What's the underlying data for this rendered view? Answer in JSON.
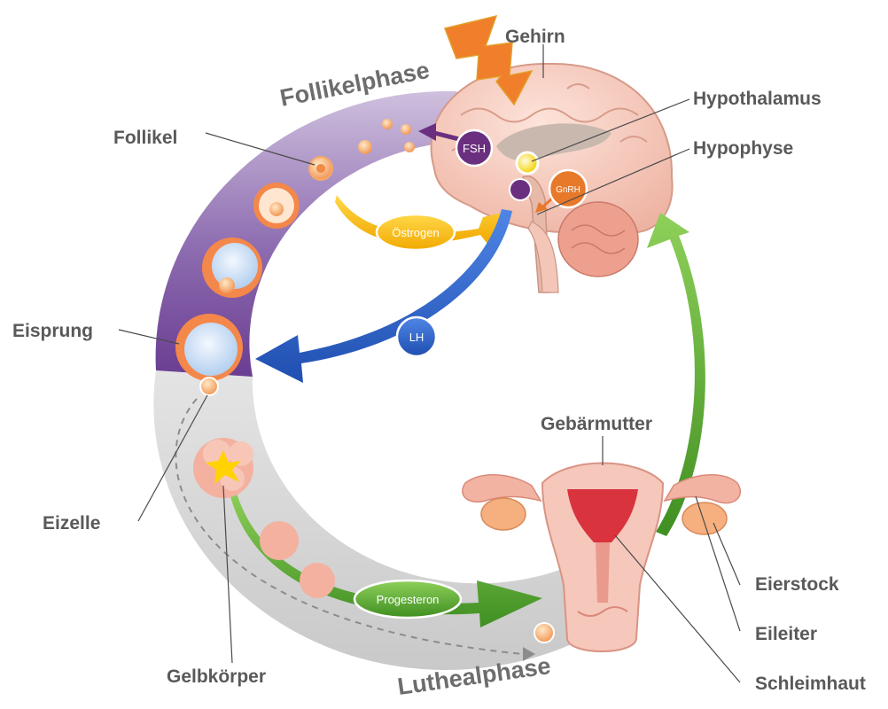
{
  "phases": {
    "follicular": "Follikelphase",
    "luteal": "Luthealphase"
  },
  "labels": {
    "brain": "Gehirn",
    "hypothalamus": "Hypothalamus",
    "pituitary": "Hypophyse",
    "follicle": "Follikel",
    "ovulation": "Eisprung",
    "egg": "Eizelle",
    "corpus_luteum": "Gelbkörper",
    "uterus": "Gebärmutter",
    "ovary": "Eierstock",
    "fallopian_tube": "Eileiter",
    "endometrium": "Schleimhaut"
  },
  "hormones": {
    "fsh": "FSH",
    "gnrh": "GnRH",
    "estrogen": "Östrogen",
    "lh": "LH",
    "progesterone": "Progesteron"
  },
  "colors": {
    "follicular_band": "#8a6aa8",
    "luteal_band": "#d6d6d6",
    "fsh": "#6b2f7f",
    "gnrh": "#e8782a",
    "estrogen": "#f4b400",
    "lh": "#2f5fc4",
    "progesterone": "#5aa832",
    "label_text": "#595959"
  }
}
